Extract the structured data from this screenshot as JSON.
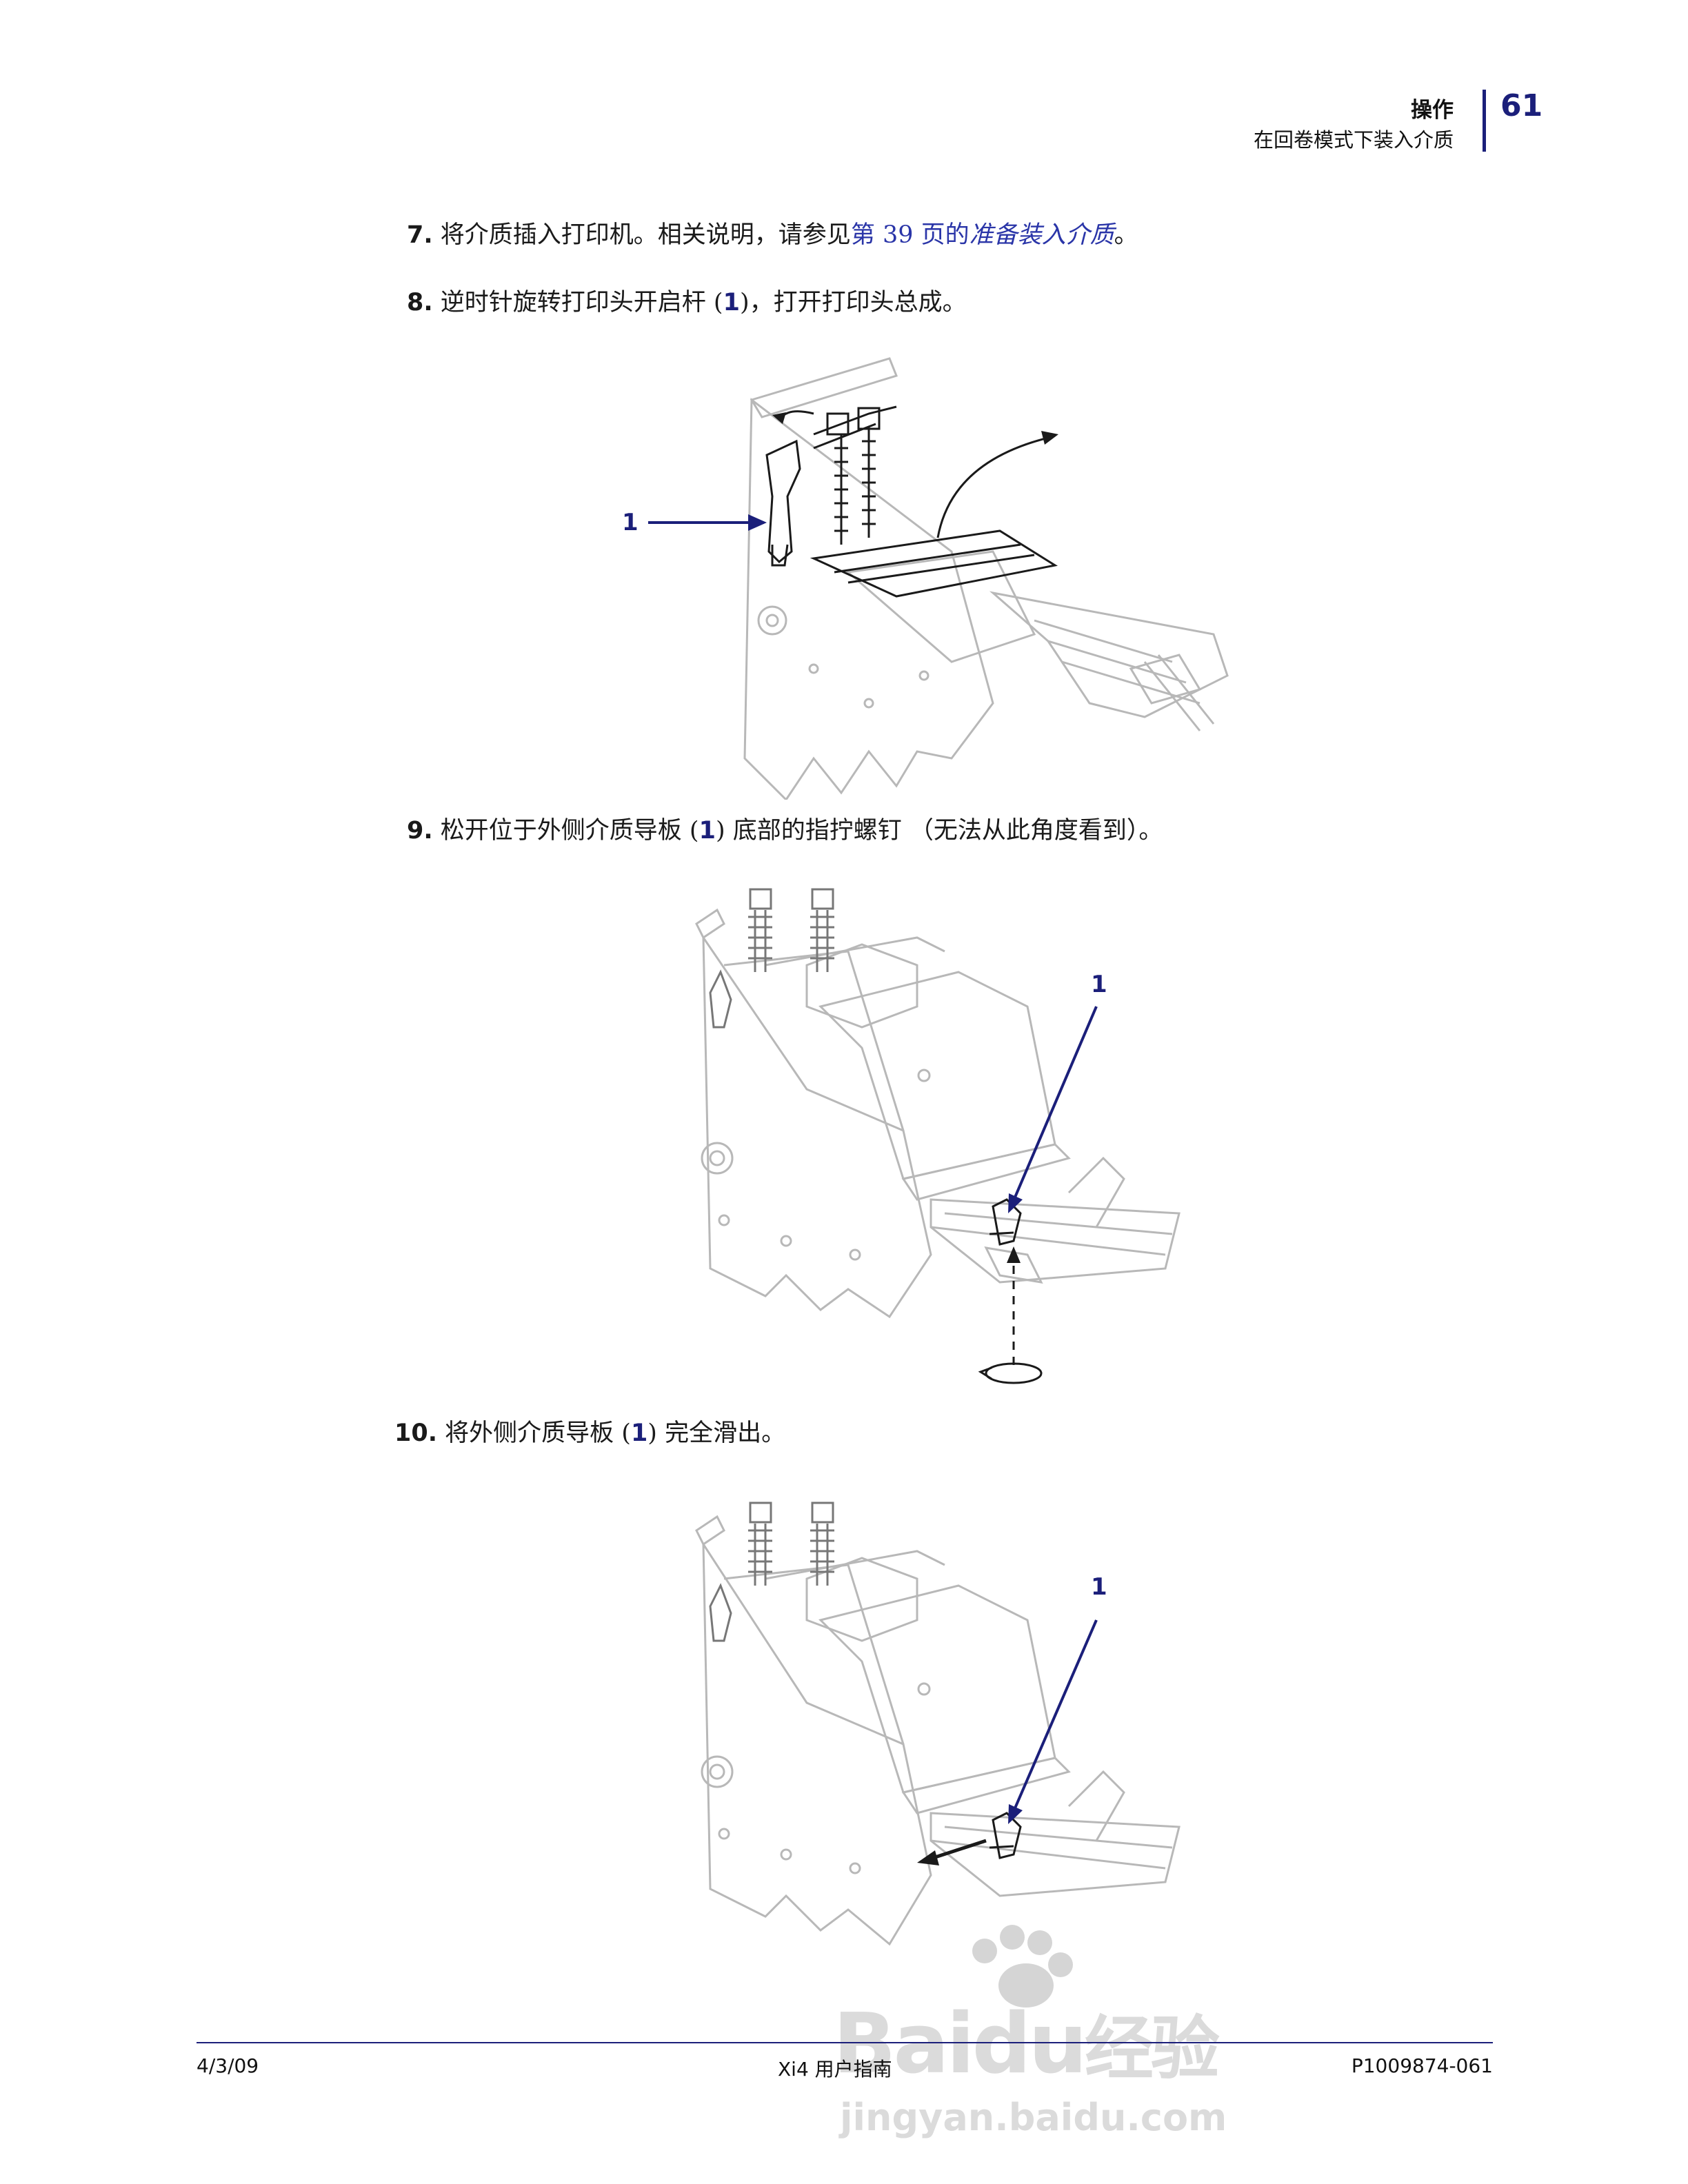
{
  "header": {
    "section": "操作",
    "subsection": "在回卷模式下装入介质",
    "page_number": "61"
  },
  "steps": [
    {
      "number": "7.",
      "text_before": "将介质插入打印机。相关说明，请参见",
      "link_prefix": "第  39 页的",
      "link_title": "准备装入介质",
      "text_after": "。"
    },
    {
      "number": "8.",
      "text_before": "逆时针旋转打印头开启杆 (",
      "ref": "1",
      "text_after": ")，打开打印头总成。"
    },
    {
      "number": "9.",
      "text_before": "松开位于外侧介质导板 (",
      "ref": "1",
      "text_after": ") 底部的指拧螺钉 （无法从此角度看到）。"
    },
    {
      "number": "10.",
      "text_before": "将外侧介质导板 (",
      "ref": "1",
      "text_after": ") 完全滑出。"
    }
  ],
  "figures": {
    "fig1_callout": "1",
    "fig2_callout": "1",
    "fig3_callout": "1"
  },
  "footer": {
    "date": "4/3/09",
    "title": "Xi4 用户指南",
    "part_number": "P1009874-061"
  },
  "watermark": {
    "brand": "Bai",
    "brand2": "du",
    "product": "经验",
    "url": "jingyan.baidu.com"
  }
}
